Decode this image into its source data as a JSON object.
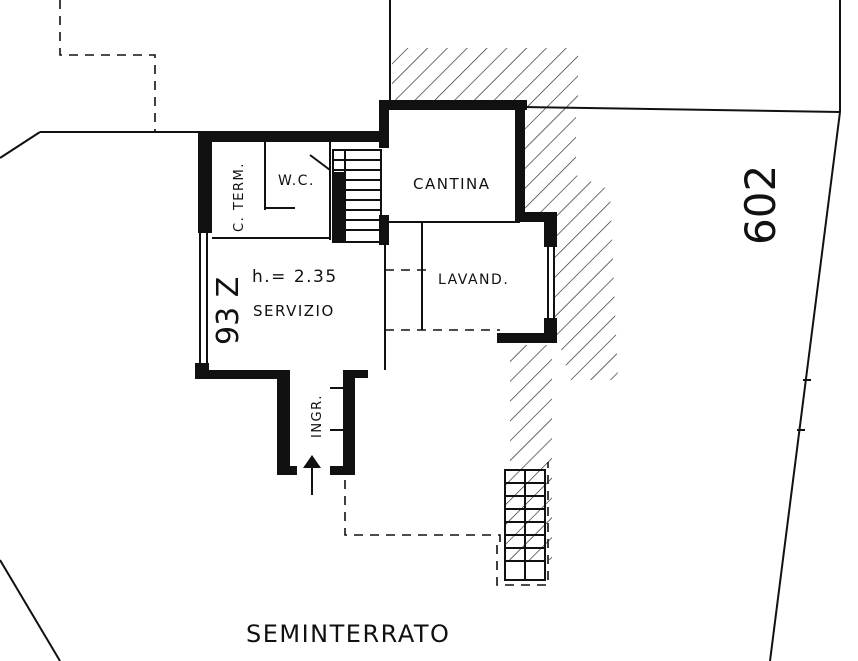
{
  "plan": {
    "title": "SEMINTERRATO",
    "rooms": {
      "centrale_termica": "C. TERM.",
      "wc": "W.C.",
      "cantina": "CANTINA",
      "lavanderia": "LAVAND.",
      "servizio": "SERVIZIO",
      "ingresso": "INGR."
    },
    "height_note": "h.= 2.35",
    "handwritten_side": "602",
    "handwritten_left": "93 Z"
  }
}
